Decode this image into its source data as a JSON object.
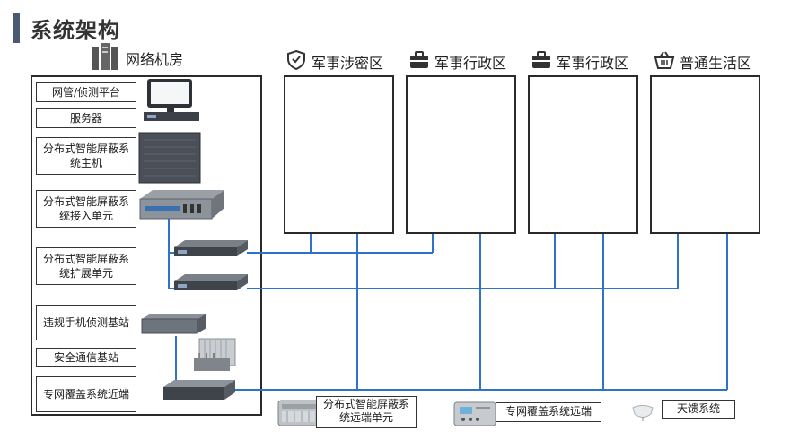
{
  "header": {
    "title": "系统架构",
    "accent_color": "#4a5a70"
  },
  "server_room": {
    "label": "网络机房",
    "items": [
      {
        "label": "网管/侦测平台"
      },
      {
        "label": "服务器"
      },
      {
        "label": "分布式智能屏蔽系统主机"
      },
      {
        "label": "分布式智能屏蔽系统接入单元"
      },
      {
        "label": "分布式智能屏蔽系统扩展单元"
      },
      {
        "label": "违规手机侦测基站"
      },
      {
        "label": "安全通信基站"
      },
      {
        "label": "专网覆盖系统近端"
      }
    ]
  },
  "zones": [
    {
      "label": "军事涉密区",
      "icon": "shield-icon"
    },
    {
      "label": "军事行政区",
      "icon": "briefcase-icon"
    },
    {
      "label": "军事行政区",
      "icon": "briefcase-icon"
    },
    {
      "label": "普通生活区",
      "icon": "basket-icon"
    }
  ],
  "legend": {
    "shield_remote_unit": "分布式智能屏蔽系统远端单元",
    "private_remote": "专网覆盖系统远端",
    "antenna_system": "天馈系统"
  },
  "colors": {
    "wire": "#2f73c9",
    "device_dark": "#4a4f57",
    "device_light": "#c9ccd0",
    "border": "#2a2a2a"
  }
}
